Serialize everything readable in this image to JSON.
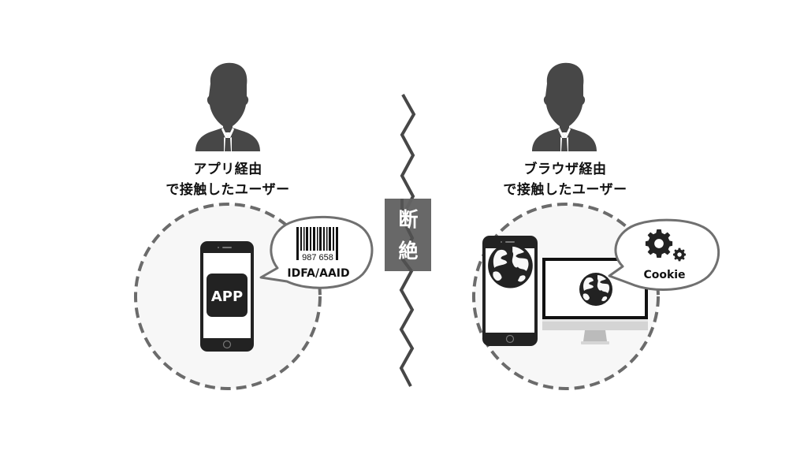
{
  "left": {
    "title_line1": "アプリ経由",
    "title_line2": "で接触したユーザー",
    "app_label": "APP",
    "bubble": {
      "barcode_number": "987 658",
      "id_label": "IDFA/AAID"
    }
  },
  "divider": {
    "label_line1": "断",
    "label_line2": "絶"
  },
  "right": {
    "title_line1": "ブラウザ経由",
    "title_line2": "で接触したユーザー",
    "bubble": {
      "id_label": "Cookie"
    }
  },
  "colors": {
    "icon_dark": "#474747",
    "device_black": "#222222",
    "circle_fill": "#f7f7f7",
    "circle_stroke": "#6b6b6b",
    "divider_box": "#636363",
    "bubble_stroke": "#707070"
  }
}
